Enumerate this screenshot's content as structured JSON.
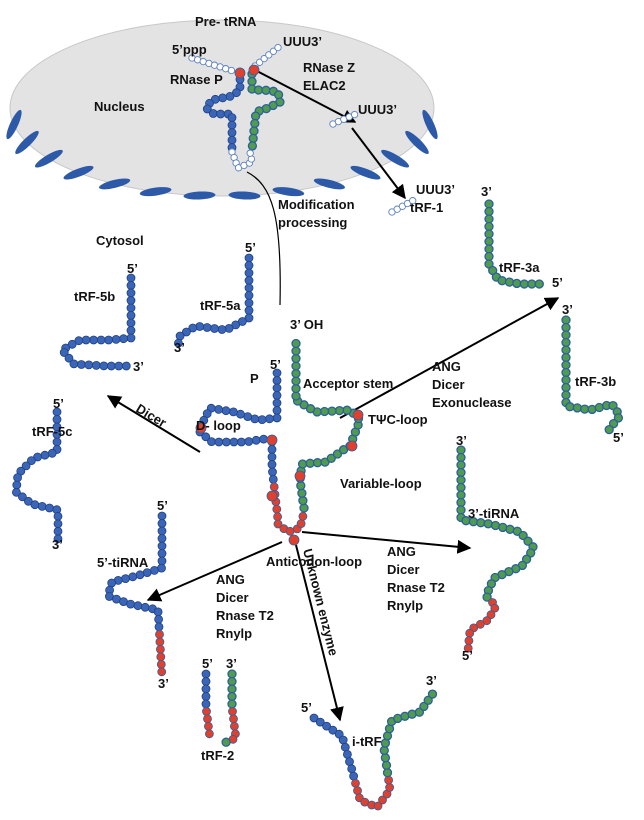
{
  "colors": {
    "blue": "#3b66b8",
    "green": "#4f9c4f",
    "red": "#e0412e",
    "nucleus_fill": "#e3e3e3",
    "nuclear_pore": "#2c5aa8"
  },
  "nucleus": {
    "label": "Nucleus",
    "pre_trna_label": "Pre- tRNA",
    "five_ppp": "5’ppp",
    "uuu3_top": "UUU3’",
    "rnase_p": "RNase P",
    "rnase_z": "RNase Z",
    "elac2": "ELAC2",
    "uuu3_mid": "UUU3’"
  },
  "trf1": {
    "uuu3": "UUU3’",
    "name": "tRF-1"
  },
  "modification": {
    "line1": "Modification",
    "line2": "processing"
  },
  "cytosol_label": "Cytosol",
  "trna": {
    "three_oh": "3’ OH",
    "five": "5’",
    "p": "P",
    "acceptor_stem": "Acceptor stem",
    "tpsic_loop": "TΨC-loop",
    "d_loop": "D- loop",
    "variable_loop": "Variable-loop",
    "anticodon_loop": "Anticodon-loop"
  },
  "trf5a": {
    "name": "tRF-5a",
    "five": "5’",
    "three": "3’"
  },
  "trf5b": {
    "name": "tRF-5b",
    "five": "5’",
    "three": "3’"
  },
  "trf5c": {
    "name": "tRF-5c",
    "five": "5’",
    "three": "3’"
  },
  "trf3a": {
    "name": "tRF-3a",
    "three": "3’",
    "five": "5’"
  },
  "trf3b": {
    "name": "tRF-3b",
    "three": "3’",
    "five": "5’"
  },
  "tirna5": {
    "name": "5’-tiRNA",
    "five": "5’",
    "three": "3’"
  },
  "tirna3": {
    "name": "3’-tiRNA",
    "three": "3’",
    "five": "5’"
  },
  "trf2": {
    "name": "tRF-2",
    "five": "5’",
    "three": "3’"
  },
  "itrf": {
    "name": "i-tRF",
    "five": "5’",
    "three": "3’"
  },
  "enzymes": {
    "dicer_arrow": "Dicer",
    "upper_right": {
      "l1": "ANG",
      "l2": "Dicer",
      "l3": "Exonuclease"
    },
    "lower_right": {
      "l1": "ANG",
      "l2": "Dicer",
      "l3": "Rnase T2",
      "l4": "Rnylp"
    },
    "lower_left": {
      "l1": "ANG",
      "l2": "Dicer",
      "l3": "Rnase T2",
      "l4": "Rnylp"
    },
    "unknown": "Unknown enzyme"
  }
}
